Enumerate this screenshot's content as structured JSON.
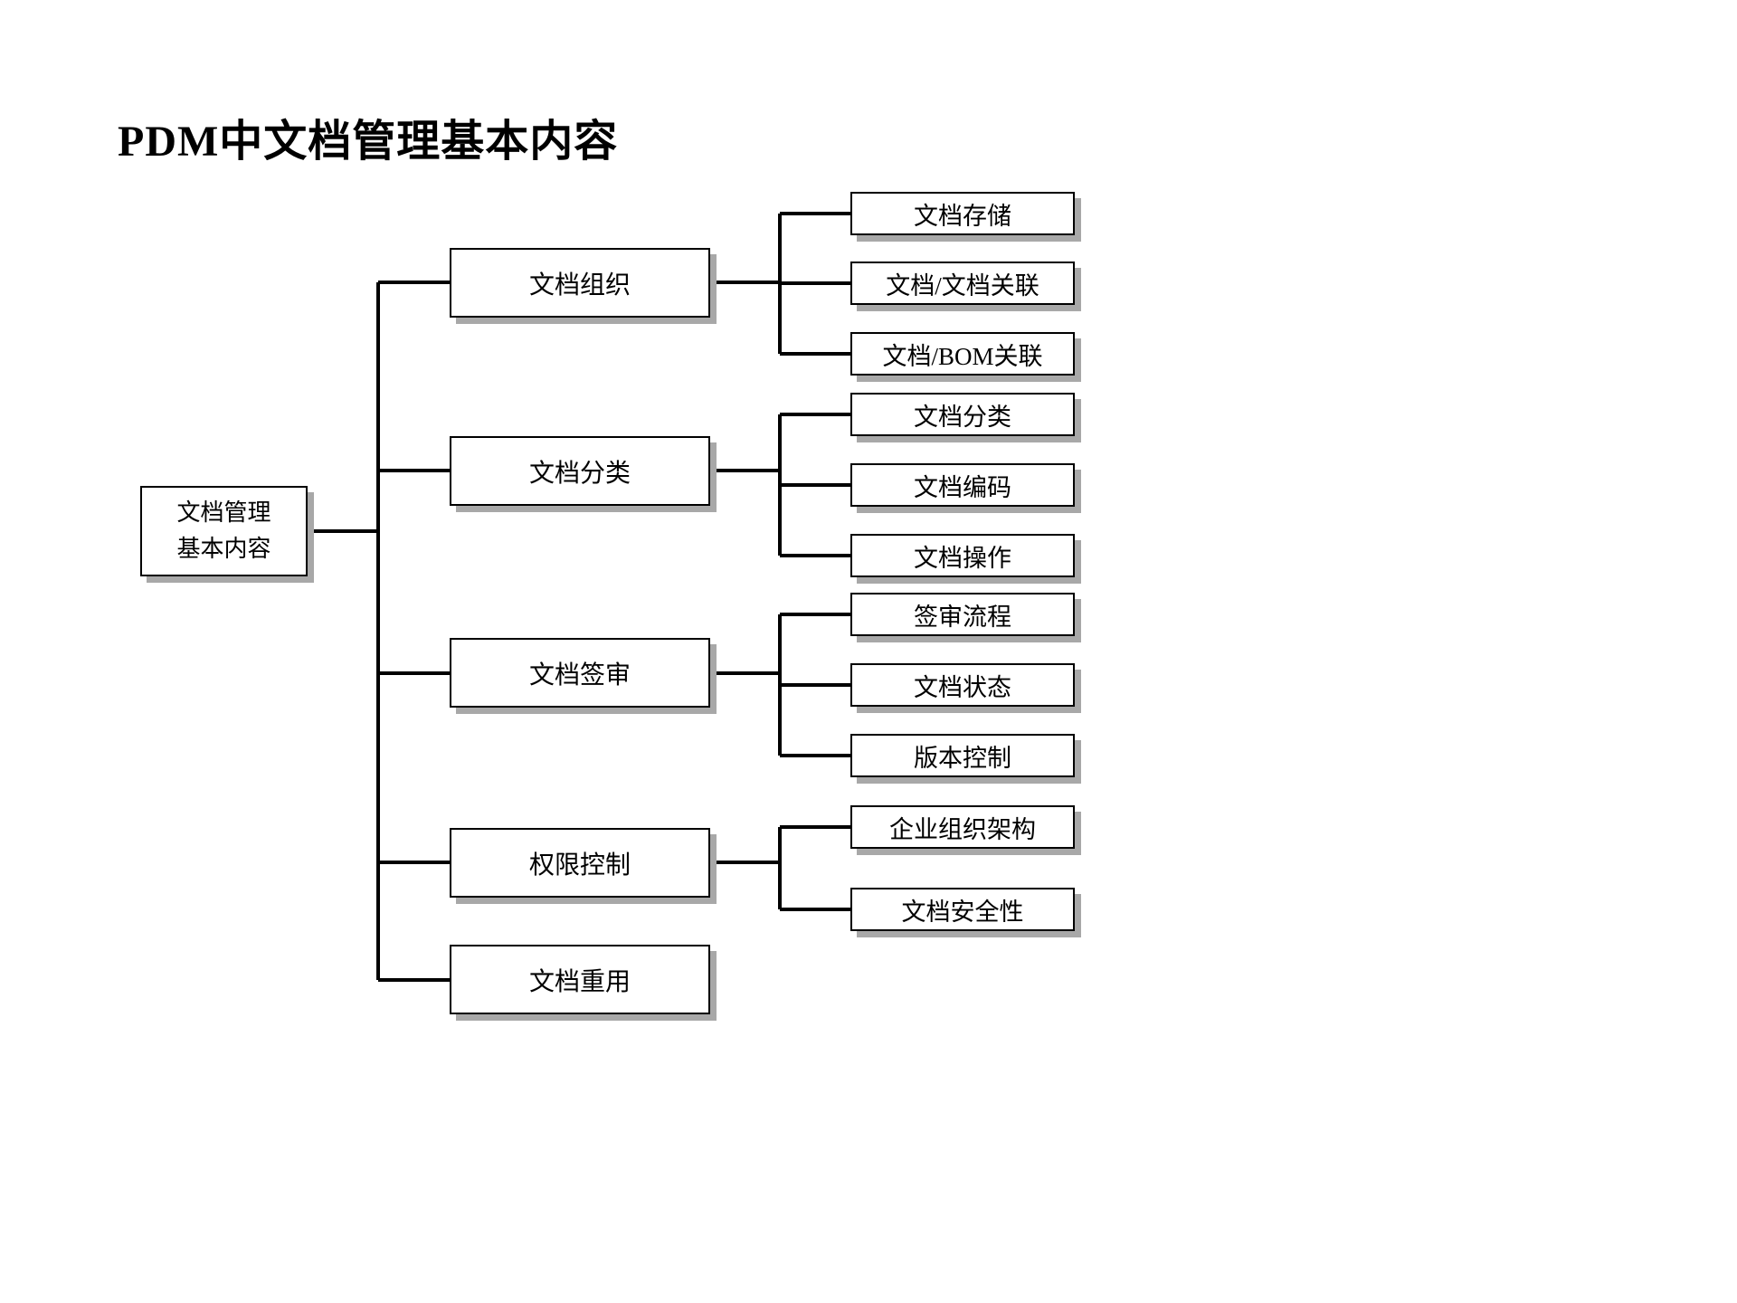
{
  "title": "PDM中文档管理基本内容",
  "diagram": {
    "root": {
      "line1": "文档管理",
      "line2": "基本内容"
    },
    "branches": [
      {
        "label": "文档组织",
        "children": [
          "文档存储",
          "文档/文档关联",
          "文档/BOM关联"
        ]
      },
      {
        "label": "文档分类",
        "children": [
          "文档分类",
          "文档编码",
          "文档操作"
        ]
      },
      {
        "label": "文档签审",
        "children": [
          "签审流程",
          "文档状态",
          "版本控制"
        ]
      },
      {
        "label": "权限控制",
        "children": [
          "企业组织架构",
          "文档安全性"
        ]
      },
      {
        "label": "文档重用",
        "children": []
      }
    ],
    "line_color": "#000000"
  }
}
